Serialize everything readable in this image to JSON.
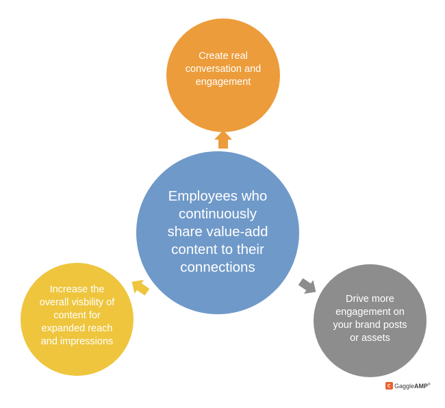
{
  "diagram": {
    "center": {
      "text": "Employees who\ncontinuously\nshare value-add\ncontent to their\nconnections"
    },
    "top": {
      "text": "Create real\nconversation and\nengagement"
    },
    "left": {
      "text": "Increase the\noverall visbility of\ncontent for\nexpanded reach\nand impressions"
    },
    "right": {
      "text": "Drive more\nengagement on\nyour brand posts\nor assets"
    }
  },
  "logo": {
    "brand": "Gaggle",
    "brand_bold": "AMP",
    "mark": "®"
  },
  "colors": {
    "top": "#ec9c3a",
    "center": "#6f99c9",
    "left": "#eec53d",
    "right": "#8d8d8d",
    "logo_accent": "#e8612c"
  }
}
